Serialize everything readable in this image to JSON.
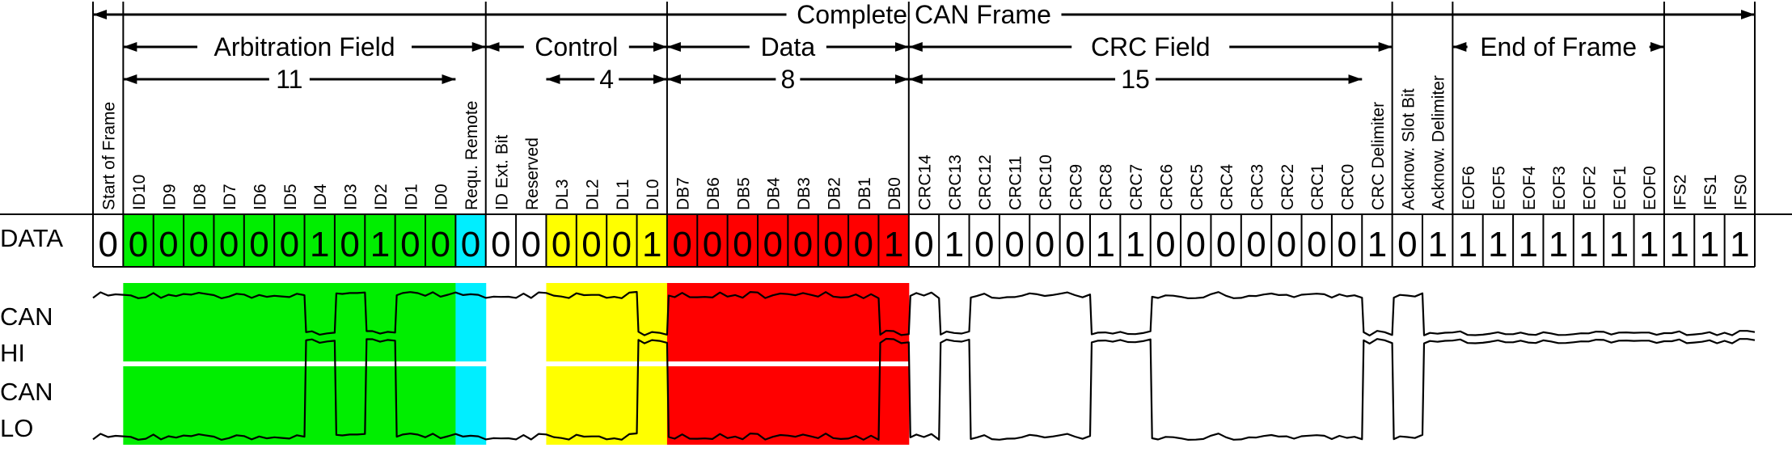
{
  "title": "Complete CAN Frame",
  "row_labels": {
    "data": "DATA",
    "can_hi": [
      "CAN",
      "HI"
    ],
    "can_lo": [
      "CAN",
      "LO"
    ]
  },
  "colors": {
    "arbitration": "#00ee00",
    "remote": "#00eeff",
    "control": "#ffff00",
    "data": "#ff0000",
    "none": "#ffffff",
    "line": "#000000"
  },
  "fields": [
    {
      "label": "Arbitration Field",
      "first_bit": 1,
      "last_bit": 12
    },
    {
      "label": "Control",
      "first_bit": 13,
      "last_bit": 18
    },
    {
      "label": "Data",
      "first_bit": 19,
      "last_bit": 26
    },
    {
      "label": "CRC Field",
      "first_bit": 27,
      "last_bit": 42
    },
    {
      "label": "End of Frame",
      "first_bit": 45,
      "last_bit": 51
    }
  ],
  "counts": [
    {
      "label": "11",
      "first_bit": 1,
      "last_bit": 11
    },
    {
      "label": "4",
      "first_bit": 15,
      "last_bit": 18
    },
    {
      "label": "8",
      "first_bit": 19,
      "last_bit": 26
    },
    {
      "label": "15",
      "first_bit": 27,
      "last_bit": 41
    }
  ],
  "bits": [
    {
      "label": "Start of Frame",
      "value": "0",
      "color": "none"
    },
    {
      "label": "ID10",
      "value": "0",
      "color": "arbitration"
    },
    {
      "label": "ID9",
      "value": "0",
      "color": "arbitration"
    },
    {
      "label": "ID8",
      "value": "0",
      "color": "arbitration"
    },
    {
      "label": "ID7",
      "value": "0",
      "color": "arbitration"
    },
    {
      "label": "ID6",
      "value": "0",
      "color": "arbitration"
    },
    {
      "label": "ID5",
      "value": "0",
      "color": "arbitration"
    },
    {
      "label": "ID4",
      "value": "1",
      "color": "arbitration"
    },
    {
      "label": "ID3",
      "value": "0",
      "color": "arbitration"
    },
    {
      "label": "ID2",
      "value": "1",
      "color": "arbitration"
    },
    {
      "label": "ID1",
      "value": "0",
      "color": "arbitration"
    },
    {
      "label": "ID0",
      "value": "0",
      "color": "arbitration"
    },
    {
      "label": "Requ. Remote",
      "value": "0",
      "color": "remote"
    },
    {
      "label": "ID Ext. Bit",
      "value": "0",
      "color": "none"
    },
    {
      "label": "Reserved",
      "value": "0",
      "color": "none"
    },
    {
      "label": "DL3",
      "value": "0",
      "color": "control"
    },
    {
      "label": "DL2",
      "value": "0",
      "color": "control"
    },
    {
      "label": "DL1",
      "value": "0",
      "color": "control"
    },
    {
      "label": "DL0",
      "value": "1",
      "color": "control"
    },
    {
      "label": "DB7",
      "value": "0",
      "color": "data"
    },
    {
      "label": "DB6",
      "value": "0",
      "color": "data"
    },
    {
      "label": "DB5",
      "value": "0",
      "color": "data"
    },
    {
      "label": "DB4",
      "value": "0",
      "color": "data"
    },
    {
      "label": "DB3",
      "value": "0",
      "color": "data"
    },
    {
      "label": "DB2",
      "value": "0",
      "color": "data"
    },
    {
      "label": "DB1",
      "value": "0",
      "color": "data"
    },
    {
      "label": "DB0",
      "value": "1",
      "color": "data"
    },
    {
      "label": "CRC14",
      "value": "0",
      "color": "none"
    },
    {
      "label": "CRC13",
      "value": "1",
      "color": "none"
    },
    {
      "label": "CRC12",
      "value": "0",
      "color": "none"
    },
    {
      "label": "CRC11",
      "value": "0",
      "color": "none"
    },
    {
      "label": "CRC10",
      "value": "0",
      "color": "none"
    },
    {
      "label": "CRC9",
      "value": "0",
      "color": "none"
    },
    {
      "label": "CRC8",
      "value": "1",
      "color": "none"
    },
    {
      "label": "CRC7",
      "value": "1",
      "color": "none"
    },
    {
      "label": "CRC6",
      "value": "0",
      "color": "none"
    },
    {
      "label": "CRC5",
      "value": "0",
      "color": "none"
    },
    {
      "label": "CRC4",
      "value": "0",
      "color": "none"
    },
    {
      "label": "CRC3",
      "value": "0",
      "color": "none"
    },
    {
      "label": "CRC2",
      "value": "0",
      "color": "none"
    },
    {
      "label": "CRC1",
      "value": "0",
      "color": "none"
    },
    {
      "label": "CRC0",
      "value": "0",
      "color": "none"
    },
    {
      "label": "CRC Delimiter",
      "value": "1",
      "color": "none"
    },
    {
      "label": "Acknow. Slot Bit",
      "value": "0",
      "color": "none"
    },
    {
      "label": "Acknow. Delimiter",
      "value": "1",
      "color": "none"
    },
    {
      "label": "EOF6",
      "value": "1",
      "color": "none"
    },
    {
      "label": "EOF5",
      "value": "1",
      "color": "none"
    },
    {
      "label": "EOF4",
      "value": "1",
      "color": "none"
    },
    {
      "label": "EOF3",
      "value": "1",
      "color": "none"
    },
    {
      "label": "EOF2",
      "value": "1",
      "color": "none"
    },
    {
      "label": "EOF1",
      "value": "1",
      "color": "none"
    },
    {
      "label": "EOF0",
      "value": "1",
      "color": "none"
    },
    {
      "label": "IFS2",
      "value": "1",
      "color": "none"
    },
    {
      "label": "IFS1",
      "value": "1",
      "color": "none"
    },
    {
      "label": "IFS0",
      "value": "1",
      "color": "none"
    }
  ]
}
